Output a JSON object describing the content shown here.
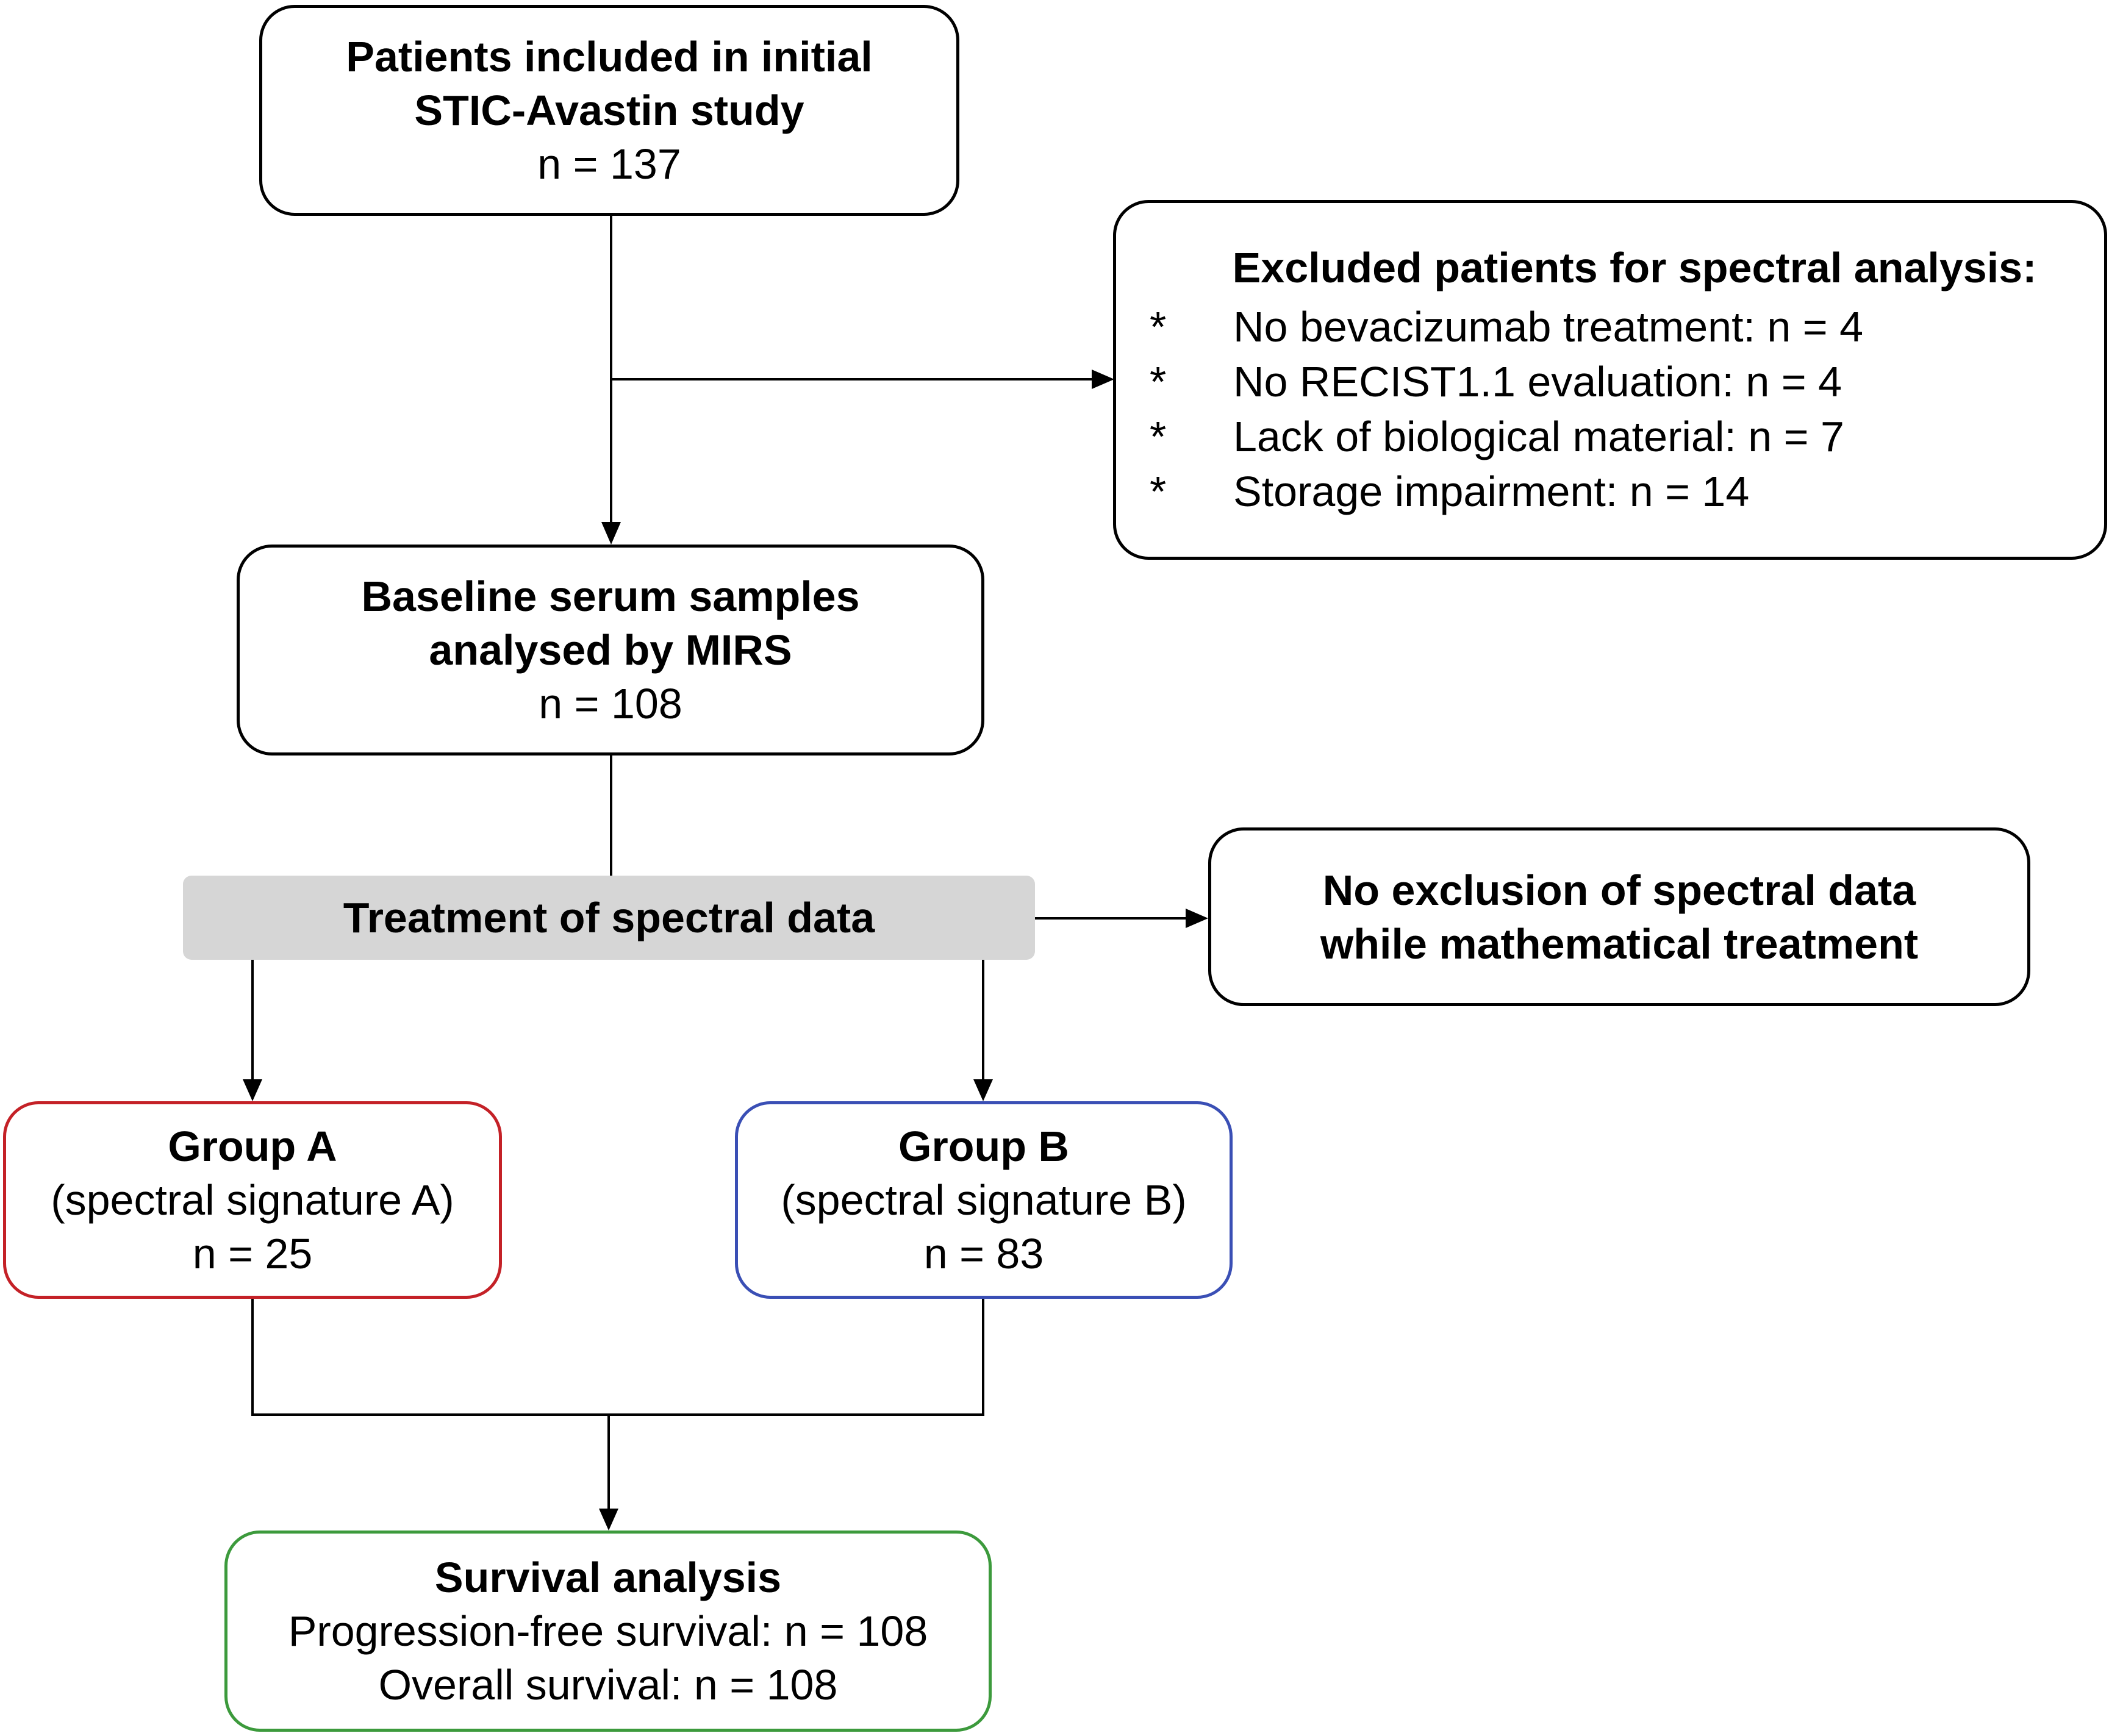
{
  "start": {
    "title_line1": "Patients included in initial",
    "title_line2": "STIC-Avastin study",
    "count": "n = 137"
  },
  "excluded": {
    "title": "Excluded patients for spectral analysis:",
    "items": [
      {
        "bullet": "*",
        "label": "No bevacizumab treatment: n = 4"
      },
      {
        "bullet": "*",
        "label": "No RECIST1.1 evaluation: n = 4"
      },
      {
        "bullet": "*",
        "label": "Lack of biological material: n = 7"
      },
      {
        "bullet": "*",
        "label": "Storage impairment: n = 14"
      }
    ]
  },
  "baseline": {
    "title_line1": "Baseline serum samples",
    "title_line2": "analysed by MIRS",
    "count": "n = 108"
  },
  "treatment": {
    "label": "Treatment of spectral data"
  },
  "no_exclusion": {
    "line1": "No exclusion of spectral data",
    "line2": "while mathematical treatment"
  },
  "group_a": {
    "title": "Group A",
    "subtitle": "(spectral signature A)",
    "count": "n = 25",
    "border_color": "#c42127"
  },
  "group_b": {
    "title": "Group B",
    "subtitle": "(spectral signature B)",
    "count": "n = 83",
    "border_color": "#3a4fb5"
  },
  "survival": {
    "title": "Survival analysis",
    "line1": "Progression-free survival: n = 108",
    "line2": "Overall survival: n = 108",
    "border_color": "#3c9a3c"
  }
}
